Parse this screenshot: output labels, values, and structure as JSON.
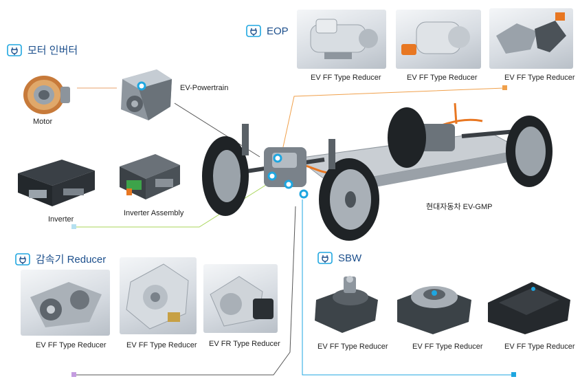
{
  "sections": {
    "motor_inverter": {
      "title": "모터 인버터"
    },
    "eop": {
      "title": "EOP"
    },
    "reducer": {
      "title": "감속기 Reducer"
    },
    "sbw": {
      "title": "SBW"
    }
  },
  "labels": {
    "motor": "Motor",
    "ev_powertrain": "EV-Powertrain",
    "inverter": "Inverter",
    "inverter_assembly": "Inverter Assembly",
    "platform": "현대자동차 EV-GMP",
    "eop_1": "EV FF Type Reducer",
    "eop_2": "EV FF Type Reducer",
    "eop_3": "EV FF Type Reducer",
    "red_1": "EV FF Type Reducer",
    "red_2": "EV FF Type Reducer",
    "red_3": "EV FR Type Reducer",
    "sbw_1": "EV FF Type Reducer",
    "sbw_2": "EV FF Type Reducer",
    "sbw_3": "EV FF Type Reducer"
  },
  "colors": {
    "title": "#1c4f8c",
    "eop_line": "#f0a04b",
    "inverter_line": "#a9d65a",
    "reducer_line": "#b48ad0",
    "sbw_line": "#1ea6e0",
    "accent_orange": "#e87722"
  }
}
